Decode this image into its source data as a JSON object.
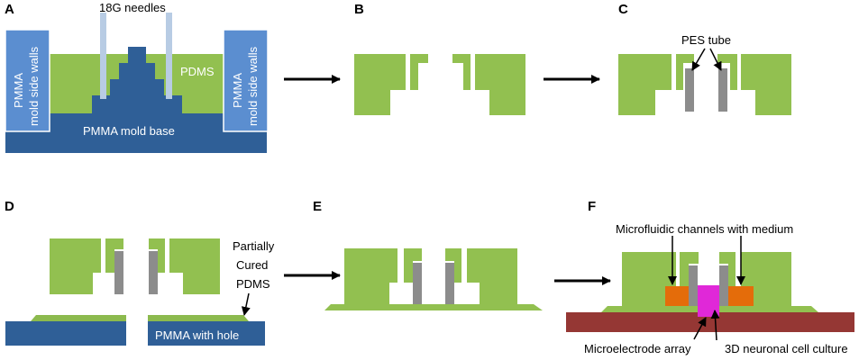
{
  "colors": {
    "pdms": "#92c050",
    "pdms_thin": "#8cba4e",
    "pmma_dark": "#2f5f97",
    "pmma_light": "#5b8ed0",
    "needle": "#b8cce4",
    "pes_tube": "#8c8c8c",
    "medium": "#e46c0a",
    "cell_culture": "#e028d8",
    "mea": "#953734",
    "arrow": "#000000"
  },
  "panels": {
    "a": {
      "letter": "A",
      "needles_label": "18G needles",
      "wall_left": [
        "PMMA",
        "mold side walls"
      ],
      "wall_right": [
        "PMMA",
        "mold side walls"
      ],
      "pdms_label": "PDMS",
      "base_label": "PMMA mold base"
    },
    "b": {
      "letter": "B"
    },
    "c": {
      "letter": "C",
      "pes_label": "PES tube"
    },
    "d": {
      "letter": "D",
      "partial_label": [
        "Partially",
        "Cured",
        "PDMS"
      ],
      "pmma_hole_label": "PMMA with hole"
    },
    "e": {
      "letter": "E"
    },
    "f": {
      "letter": "F",
      "channels_label": "Microfluidic channels with medium",
      "mea_label": "Microelectrode array",
      "culture_label": "3D neuronal cell culture"
    }
  }
}
